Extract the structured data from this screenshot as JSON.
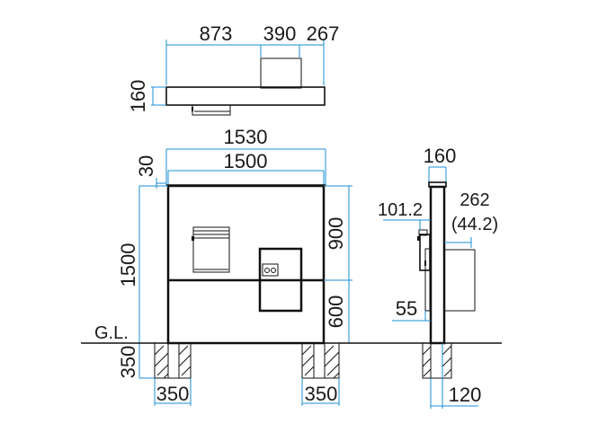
{
  "drawing": {
    "units": "mm",
    "colors": {
      "dimension": "#1a8fd6",
      "outline": "#111111",
      "text": "#1a1a1a",
      "background": "#ffffff"
    },
    "plan_view": {
      "dims": {
        "left_segment": "873",
        "middle_segment": "390",
        "right_segment": "267",
        "depth": "160"
      }
    },
    "front_elevation": {
      "dims": {
        "overall_width": "1530",
        "panel_width": "1500",
        "cap_height": "30",
        "panel_height": "1500",
        "upper_height": "900",
        "lower_height": "600",
        "foundation_depth": "350",
        "left_foundation_width": "350",
        "right_foundation_width": "350"
      },
      "ground_label": "G.L.",
      "components": [
        "mailbox",
        "intercom-panel",
        "parcel-box"
      ]
    },
    "side_elevation": {
      "dims": {
        "post_width": "160",
        "mailbox_projection": "101.2",
        "box_projection": "262",
        "box_projection_note": "(44.2)",
        "intercom_projection": "55",
        "foundation_width": "120"
      }
    }
  }
}
